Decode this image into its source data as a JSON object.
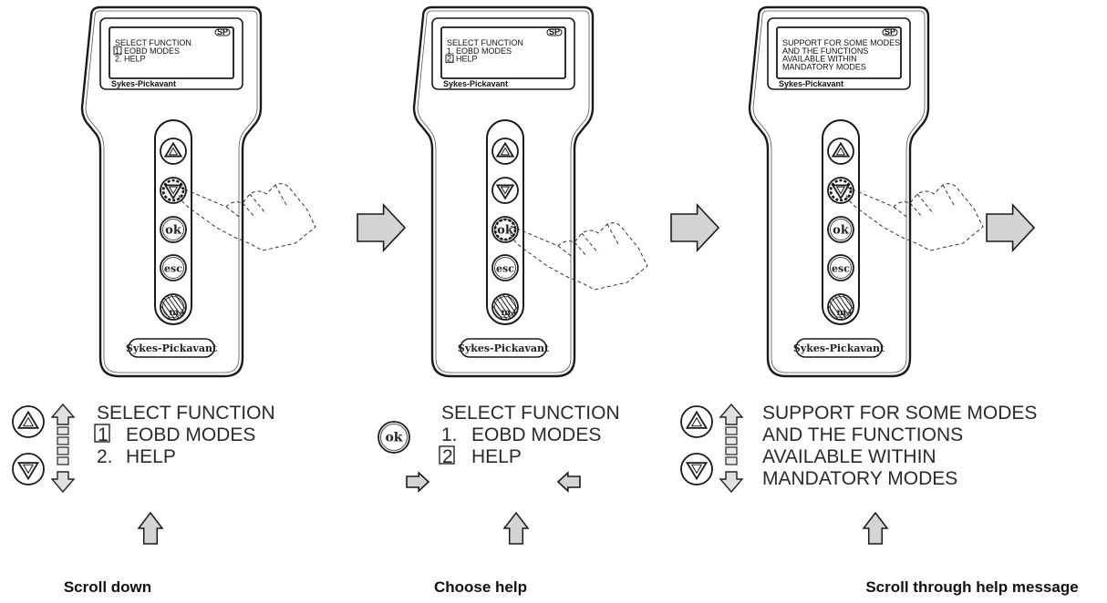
{
  "panels": [
    {
      "screen_lines": [
        "SELECT FUNCTION",
        "1. EOBD MODES",
        "2.  HELP"
      ],
      "screen_selected_index": 1,
      "pressed_button": "down",
      "legend_lines": [
        "SELECT FUNCTION",
        "EOBD MODES",
        "HELP"
      ],
      "legend_markers": [
        "1.",
        "1",
        "2."
      ],
      "caption": "Scroll down"
    },
    {
      "screen_lines": [
        "SELECT FUNCTION",
        "1.  EOBD MODES",
        "2. HELP"
      ],
      "screen_selected_index": 2,
      "pressed_button": "ok",
      "legend_lines": [
        "SELECT FUNCTION",
        "EOBD MODES",
        "HELP"
      ],
      "legend_markers": [
        "1.",
        "2"
      ],
      "caption": "Choose help"
    },
    {
      "screen_lines": [
        "SUPPORT FOR SOME MODES",
        "AND THE FUNCTIONS",
        "AVAILABLE WITHIN",
        "MANDATORY MODES"
      ],
      "screen_selected_index": 0,
      "pressed_button": "down",
      "legend_lines": [
        "SUPPORT FOR SOME MODES",
        "AND THE FUNCTIONS",
        "AVAILABLE WITHIN",
        "MANDATORY MODES"
      ],
      "caption": "Scroll through help message"
    }
  ],
  "device": {
    "brand": "Sykes-Pickavant",
    "screen_brand": "Sykes-Pickavant",
    "screen_badge": "SP",
    "buttons": [
      {
        "id": "up",
        "icon": "up-triangle-icon"
      },
      {
        "id": "down",
        "icon": "down-triangle-icon"
      },
      {
        "id": "ok",
        "label": "ok"
      },
      {
        "id": "esc",
        "label": "esc"
      },
      {
        "id": "menu",
        "label": "m+"
      }
    ]
  },
  "legend_ok_label": "ok",
  "colors": {
    "outline": "#1a1a1a",
    "arrow_fill": "#d4d4d4",
    "text": "#2a2a2a"
  }
}
